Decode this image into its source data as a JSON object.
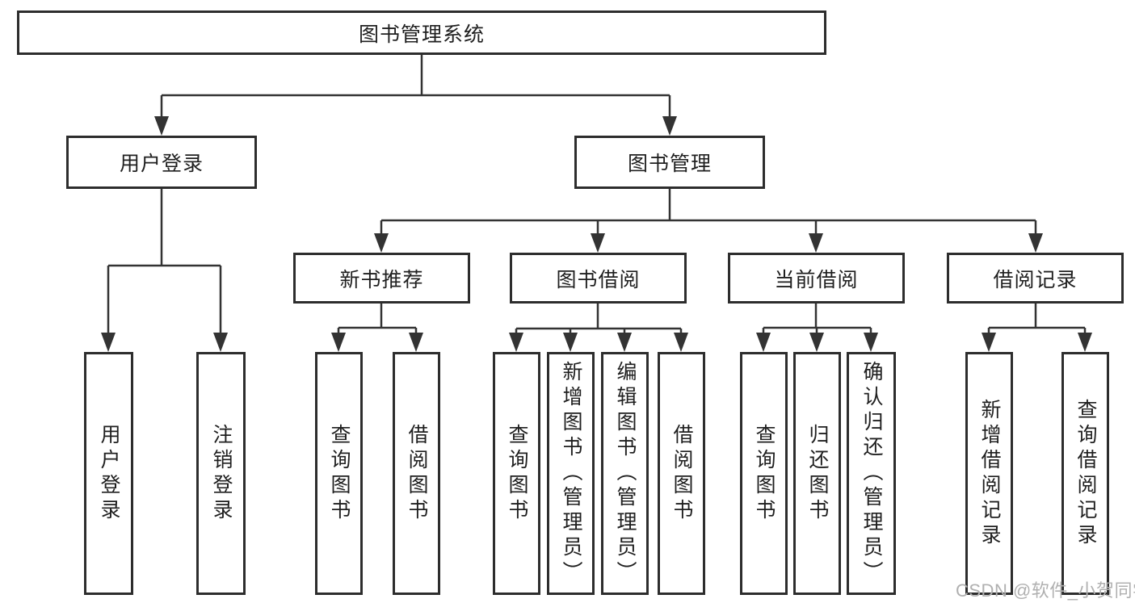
{
  "diagram": {
    "type": "hierarchy",
    "root": {
      "label": "图书管理系统"
    },
    "level2": [
      {
        "label": "用户登录",
        "parent": "图书管理系统"
      },
      {
        "label": "图书管理",
        "parent": "图书管理系统"
      }
    ],
    "level3": [
      {
        "label": "新书推荐",
        "parent": "图书管理"
      },
      {
        "label": "图书借阅",
        "parent": "图书管理"
      },
      {
        "label": "当前借阅",
        "parent": "图书管理"
      },
      {
        "label": "借阅记录",
        "parent": "图书管理"
      }
    ],
    "leaves": [
      {
        "label": "用户登录",
        "parent": "用户登录"
      },
      {
        "label": "注销登录",
        "parent": "用户登录"
      },
      {
        "label": "查询图书",
        "parent": "新书推荐"
      },
      {
        "label": "借阅图书",
        "parent": "新书推荐"
      },
      {
        "label": "查询图书",
        "parent": "图书借阅"
      },
      {
        "label": "新增图书（管理员）",
        "parent": "图书借阅"
      },
      {
        "label": "编辑图书（管理员）",
        "parent": "图书借阅"
      },
      {
        "label": "借阅图书",
        "parent": "图书借阅"
      },
      {
        "label": "查询图书",
        "parent": "当前借阅"
      },
      {
        "label": "归还图书",
        "parent": "当前借阅"
      },
      {
        "label": "确认归还（管理员）",
        "parent": "当前借阅"
      },
      {
        "label": "新增借阅记录",
        "parent": "借阅记录"
      },
      {
        "label": "查询借阅记录",
        "parent": "借阅记录"
      }
    ]
  },
  "watermark": {
    "text": "CSDN @软件_小贺同学",
    "color": "#b0b0b0"
  },
  "colors": {
    "line": "#333333",
    "box_border": "#2d2d2d",
    "text": "#1f1f1f",
    "background": "#ffffff"
  }
}
